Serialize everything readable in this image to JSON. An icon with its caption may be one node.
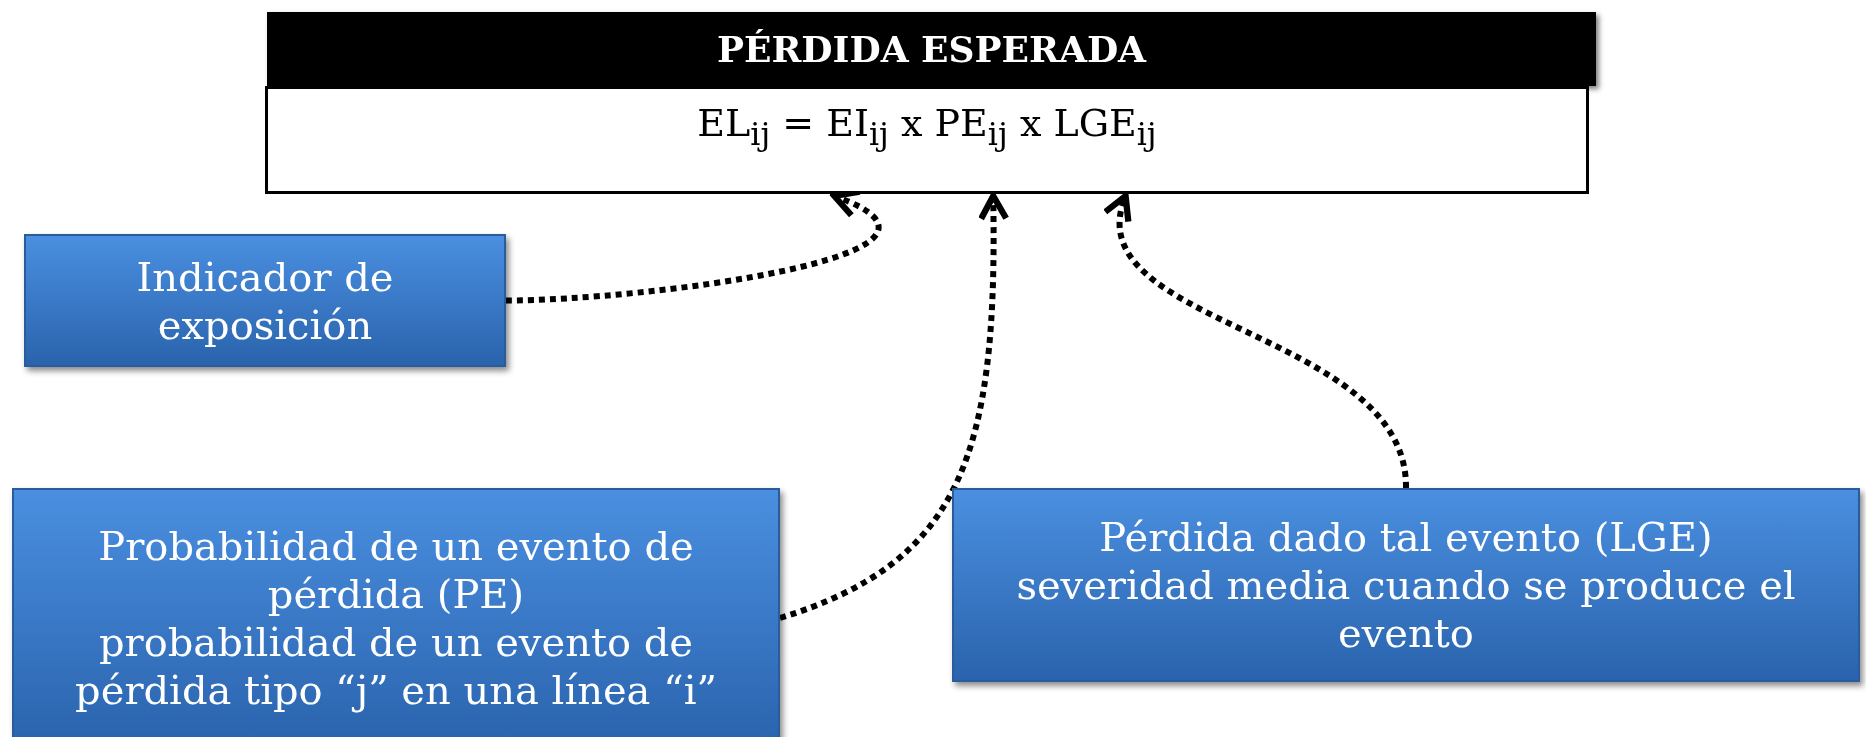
{
  "diagram": {
    "nodes": [
      {
        "text": [
          "PÉRDIDA ESPERADA"
        ]
      },
      {
        "text": [
          "EL$_{ij}$ = EI$_{ij}$ x PE$_{ij}$ x LGE$_{ij}$"
        ]
      },
      {
        "text": [
          "Indicador de exposición"
        ]
      },
      {
        "text": [
          "Probabilidad de un evento de pérdida (PE)",
          "probabilidad de un evento de pérdida tipo “j” en una línea “i”"
        ]
      },
      {
        "text": [
          "Pérdida dado tal evento (LGE)",
          "severidad media cuando se produce el evento"
        ]
      }
    ],
    "edges": [
      {
        "from": 2,
        "to": 1,
        "arrow": "to",
        "style": "dashed"
      },
      {
        "from": 3,
        "to": 1,
        "arrow": "to",
        "style": "dashed"
      },
      {
        "from": 4,
        "to": 1,
        "arrow": "to",
        "style": "dashed"
      }
    ]
  }
}
